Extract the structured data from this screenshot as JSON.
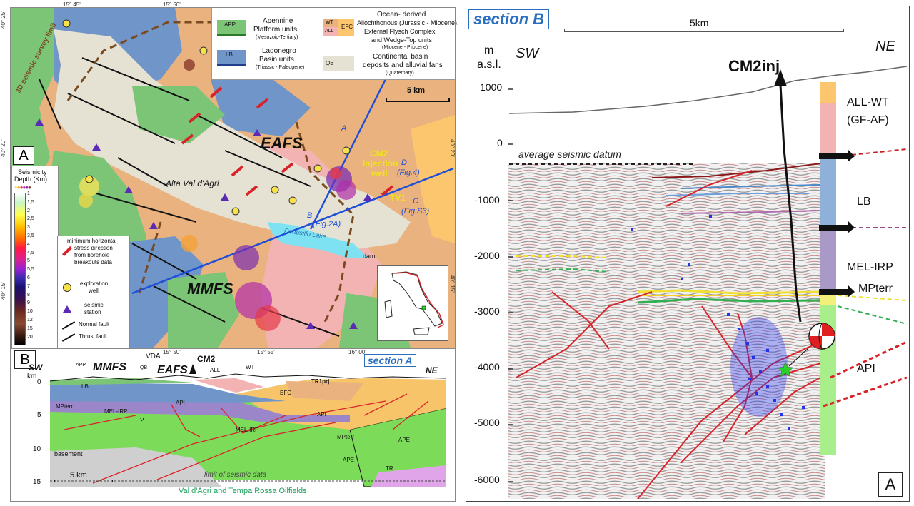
{
  "map": {
    "panel_label": "A",
    "grat_top": [
      "15° 45'",
      "15° 50'"
    ],
    "grat_bottom": [
      "15° 50'",
      "15° 55'",
      "16° 00'"
    ],
    "grat_left": [
      "40° 25'",
      "40° 20'",
      "40° 15'"
    ],
    "grat_right": [
      "40° 20'",
      "40° 15'"
    ],
    "labels": {
      "eafs": "EAFS",
      "mmfs": "MMFS",
      "alta": "Alta Val d'Agri",
      "cm2": "CM2",
      "injection": "injection",
      "well": "well",
      "tv1": "TV1",
      "lake": "Pertusillo Lake",
      "dam": "dam",
      "survey": "3D seismic survey limit",
      "scalebar": "5 km"
    },
    "trace_labels": {
      "a": "A",
      "b": "B",
      "b_fig": "(Fig.2A)",
      "c": "C",
      "c_fig": "(Fig.S3)",
      "d": "D",
      "d_fig": "(Fig.4)"
    },
    "legend": {
      "app_code": "APP",
      "app_line1": "Apennine",
      "app_line2": "Platform units",
      "app_line3": "(Mesozoic-Tertiary)",
      "lb_code": "LB",
      "lb_line1": "Lagonegro",
      "lb_line2": "Basin units",
      "lb_line3": "(Triassic - Paleogene)",
      "wt_code": "WT",
      "all_code": "ALL",
      "efc_code": "EFC",
      "ocean_line1": "Ocean- derived",
      "ocean_line2": "Allochthonous (Jurassic - Miocene),",
      "ocean_line3": "External Flysch Complex",
      "ocean_line4": "and Wedge-Top units",
      "ocean_line5": "(Miocene - Pliocene)",
      "qb_code": "QB",
      "qb_line1": "Continental basin",
      "qb_line2": "deposits and alluvial fans",
      "qb_line3": "(Quaternary)"
    },
    "seismicity_legend": {
      "title1": "Seismicity",
      "title2": "Depth (Km)",
      "ticks": [
        "1",
        "1,5",
        "2",
        "2,5",
        "3",
        "3,5",
        "4",
        "4,5",
        "5",
        "5,5",
        "6",
        "7",
        "8",
        "9",
        "10",
        "12",
        "15",
        "20"
      ]
    },
    "symbol_legend": {
      "stress1": "minimum horizontal",
      "stress2": "stress direction",
      "stress3": "from borehole",
      "stress4": "breakouts data",
      "well1": "exploration",
      "well2": "well",
      "station1": "seismic",
      "station2": "station",
      "normal": "Normal fault",
      "thrust": "Thrust fault"
    }
  },
  "section_a": {
    "panel_label": "B",
    "title": "section A",
    "sw": "SW",
    "ne": "NE",
    "km": "km",
    "yticks": [
      "0",
      "5",
      "10",
      "15"
    ],
    "vda": "VDA",
    "cm2": "CM2",
    "tr1": "TR1prj",
    "mmfs": "MMFS",
    "eafs": "EAFS",
    "units": {
      "app": "APP",
      "qb": "QB",
      "all": "ALL",
      "wt": "WT",
      "lb": "LB",
      "efc": "EFC",
      "api1": "API",
      "api2": "API",
      "mpterr1": "MPterr",
      "mpterr2": "MPterr",
      "melirp1": "MEL-IRP",
      "melirp2": "MEL-IRP",
      "basement": "basement",
      "ape1": "APE",
      "ape2": "APE",
      "tr": "TR",
      "q": "?"
    },
    "scalebar": "5 km",
    "limit": "limit of seismic data",
    "oilfields": "Val d'Agri and Tempa Rossa Oilfields"
  },
  "section_b": {
    "title": "section B",
    "scalebar": "5km",
    "m": "m",
    "asl": "a.s.l.",
    "sw": "SW",
    "ne": "NE",
    "well": "CM2inj",
    "datum": "average seismic datum",
    "yticks": [
      "1000",
      "0",
      "-1000",
      "-2000",
      "-3000",
      "-4000",
      "-5000",
      "-6000"
    ],
    "col_labels": {
      "allwt": "ALL-WT",
      "gfaf": "(GF-AF)",
      "lb": "LB",
      "melirp": "MEL-IRP",
      "mpterr": "MPterr",
      "api": "API"
    },
    "panel_label": "A"
  },
  "colors": {
    "app": "#7cc576",
    "lb": "#6f95c9",
    "ocean": "#e9b27e",
    "ocean_pink": "#f4b3b3",
    "efc": "#fbc66e",
    "qb": "#e5e2d4",
    "lake": "#7fe2f2",
    "fault": "#d9232a",
    "event_blue": "#2233ee",
    "section_title": "#2a6fbf"
  }
}
